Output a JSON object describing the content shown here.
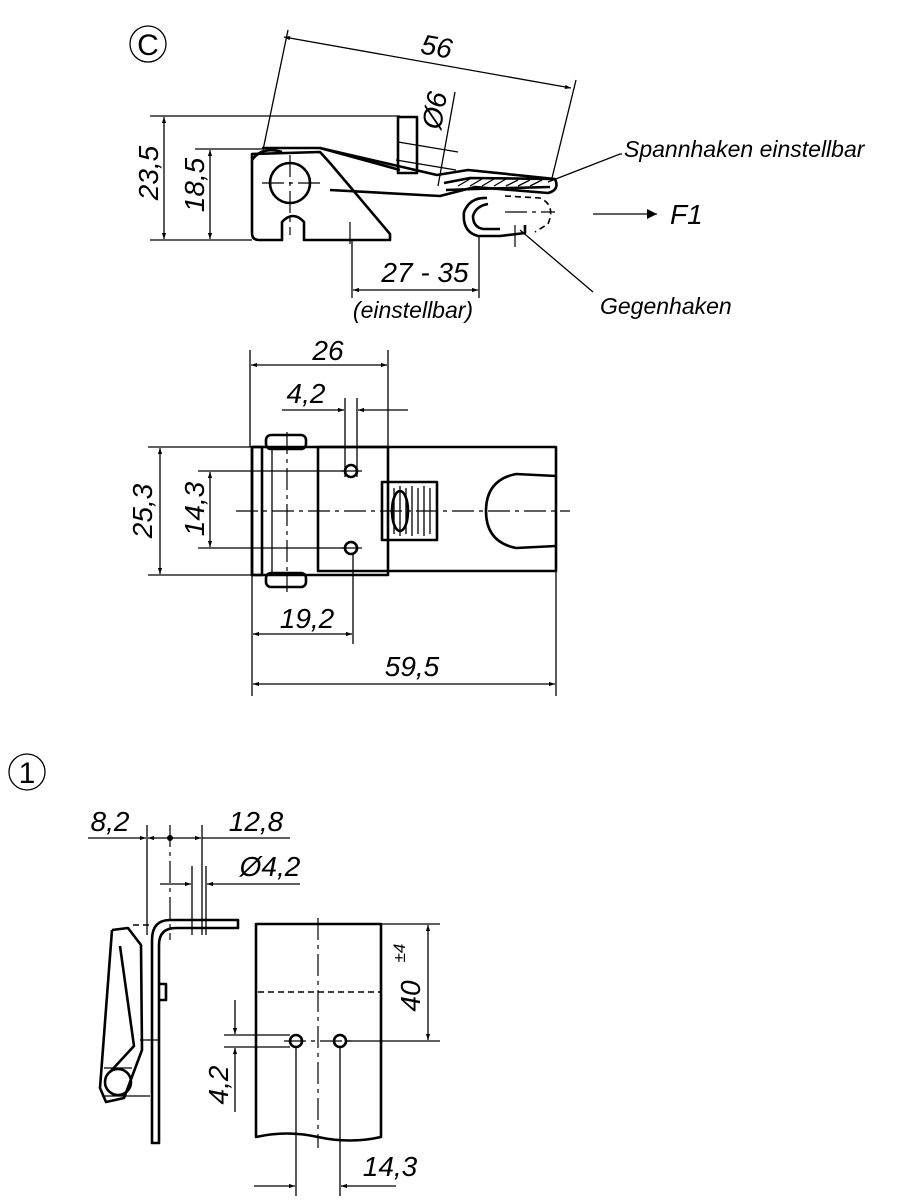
{
  "view_c": {
    "marker": "C",
    "dim_length": "56",
    "dim_pin": "Ø6",
    "dim_height_total": "23,5",
    "dim_height_hinge": "18,5",
    "dim_adjust_range": "27 - 35",
    "note_adjustable": "(einstellbar)",
    "label_hook": "Spannhaken einstellbar",
    "label_force": "F1",
    "label_counter_hook": "Gegenhaken"
  },
  "view_top": {
    "dim_width_base": "26",
    "dim_hole_dia": "4,2",
    "dim_overall_width": "25,3",
    "dim_hole_spacing": "14,3",
    "dim_hole_offset": "19,2",
    "dim_overall_length": "59,5"
  },
  "view_1": {
    "marker": "1",
    "dim_left_offset": "8,2",
    "dim_right_offset": "12,8",
    "dim_hole_dia": "Ø4,2",
    "dim_height": "40",
    "dim_height_tol": "±4",
    "dim_hole_height": "4,2",
    "dim_hole_spacing": "14,3"
  }
}
